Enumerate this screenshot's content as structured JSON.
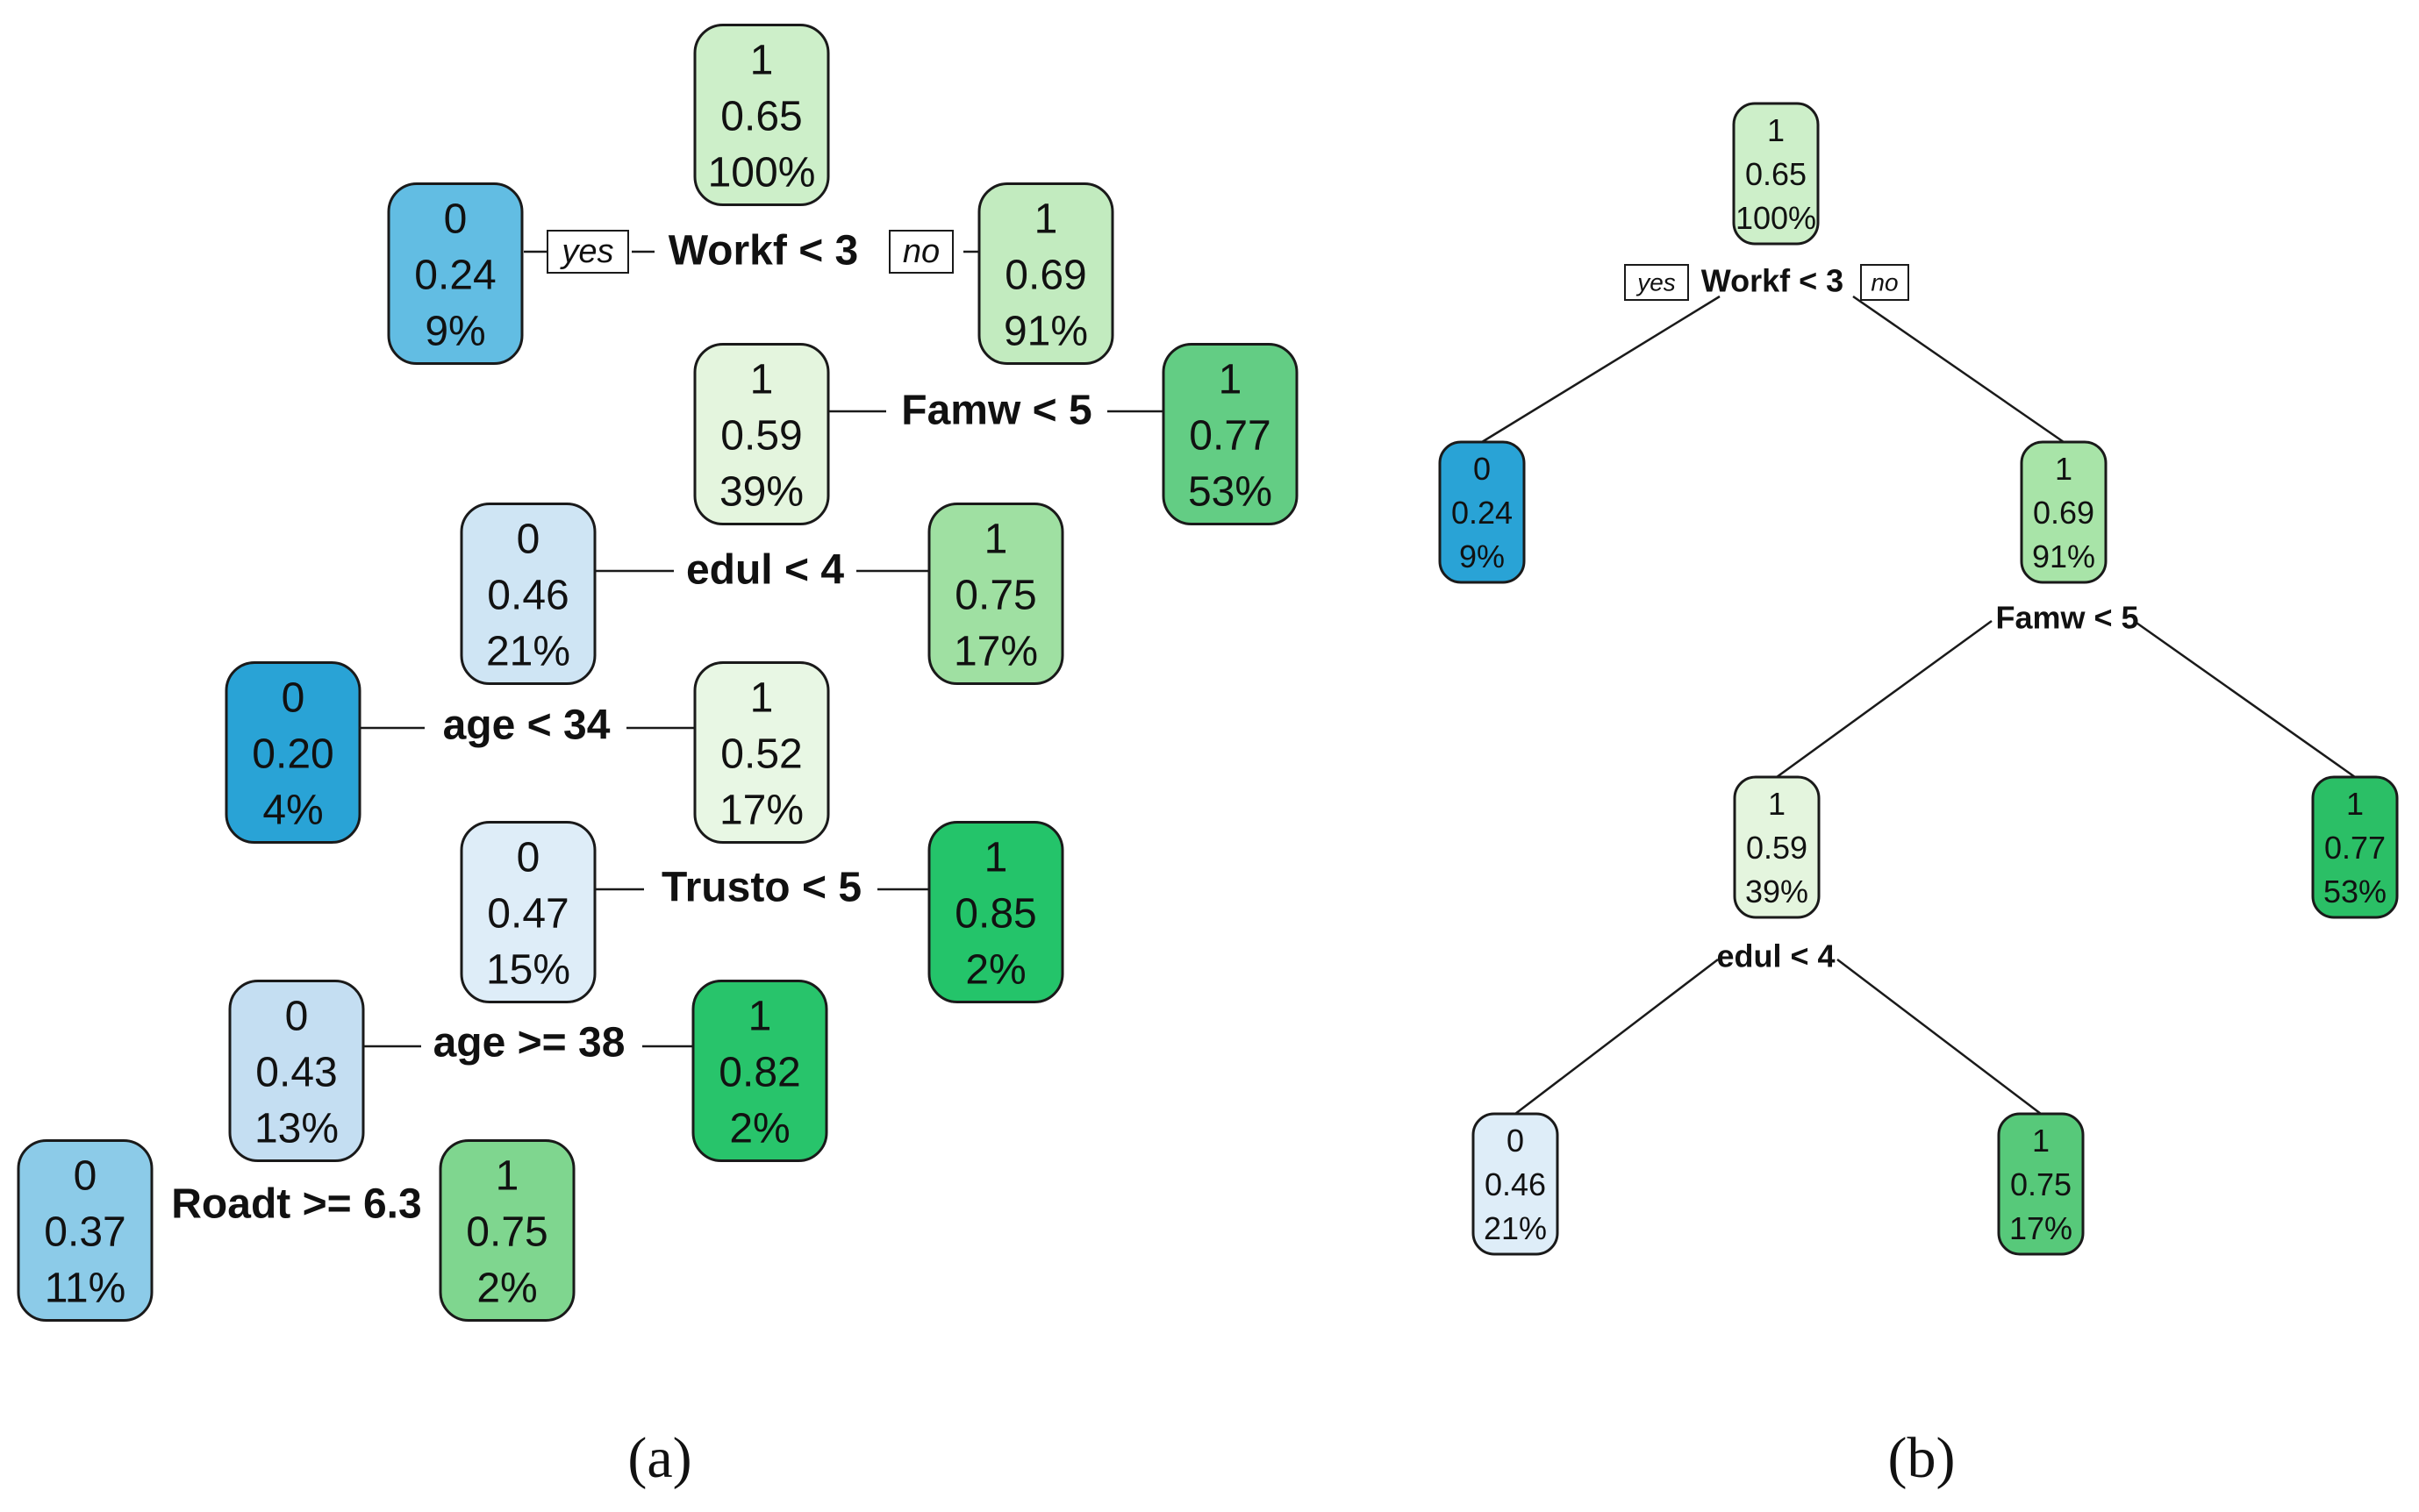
{
  "colors": {
    "class0_dark": "#29a3d6",
    "class0_mid": "#62bde3",
    "class0_light": "#8ccbe8",
    "class0_pale": "#c9e2f3",
    "class0_faint": "#deedf8",
    "class1_faint": "#e4f5de",
    "class1_pale": "#cdefc9",
    "class1_light": "#a5e3a5",
    "class1_mid": "#7ed38e",
    "class1_strong": "#57c97a",
    "class1_dark": "#2bbf66"
  },
  "labels": {
    "yes": "yes",
    "no": "no"
  },
  "panel_a": {
    "caption": "(a)",
    "nodes": [
      {
        "id": "a0",
        "cls": "1",
        "prob": "0.65",
        "pct": "100%",
        "color": "#cdefc9"
      },
      {
        "id": "a1",
        "cls": "0",
        "prob": "0.24",
        "pct": "9%",
        "color": "#62bde3"
      },
      {
        "id": "a2",
        "cls": "1",
        "prob": "0.69",
        "pct": "91%",
        "color": "#c2ebbf"
      },
      {
        "id": "a3",
        "cls": "1",
        "prob": "0.59",
        "pct": "39%",
        "color": "#e4f5de"
      },
      {
        "id": "a4",
        "cls": "1",
        "prob": "0.77",
        "pct": "53%",
        "color": "#63cd84"
      },
      {
        "id": "a5",
        "cls": "0",
        "prob": "0.46",
        "pct": "21%",
        "color": "#cfe5f4"
      },
      {
        "id": "a6",
        "cls": "1",
        "prob": "0.75",
        "pct": "17%",
        "color": "#9fe0a2"
      },
      {
        "id": "a7",
        "cls": "0",
        "prob": "0.20",
        "pct": "4%",
        "color": "#29a3d6"
      },
      {
        "id": "a8",
        "cls": "1",
        "prob": "0.52",
        "pct": "17%",
        "color": "#e8f7e4"
      },
      {
        "id": "a9",
        "cls": "0",
        "prob": "0.47",
        "pct": "15%",
        "color": "#deedf8"
      },
      {
        "id": "a10",
        "cls": "1",
        "prob": "0.85",
        "pct": "2%",
        "color": "#24c46a"
      },
      {
        "id": "a11",
        "cls": "0",
        "prob": "0.43",
        "pct": "13%",
        "color": "#c4def2"
      },
      {
        "id": "a12",
        "cls": "1",
        "prob": "0.82",
        "pct": "2%",
        "color": "#28c46b"
      },
      {
        "id": "a13",
        "cls": "0",
        "prob": "0.37",
        "pct": "11%",
        "color": "#8ccbe8"
      },
      {
        "id": "a14",
        "cls": "1",
        "prob": "0.75",
        "pct": "2%",
        "color": "#7fd68f"
      }
    ],
    "splits": [
      {
        "id": "s0",
        "label": "Workf < 3"
      },
      {
        "id": "s1",
        "label": "Famw < 5"
      },
      {
        "id": "s2",
        "label": "edul < 4"
      },
      {
        "id": "s3",
        "label": "age < 34"
      },
      {
        "id": "s4",
        "label": "Trusto < 5"
      },
      {
        "id": "s5",
        "label": "age >= 38"
      },
      {
        "id": "s6",
        "label": "Roadt >= 6.3"
      }
    ]
  },
  "panel_b": {
    "caption": "(b)",
    "nodes": [
      {
        "id": "b0",
        "cls": "1",
        "prob": "0.65",
        "pct": "100%",
        "color": "#cdefc9"
      },
      {
        "id": "b1",
        "cls": "0",
        "prob": "0.24",
        "pct": "9%",
        "color": "#29a3d6"
      },
      {
        "id": "b2",
        "cls": "1",
        "prob": "0.69",
        "pct": "91%",
        "color": "#a8e4a8"
      },
      {
        "id": "b3",
        "cls": "1",
        "prob": "0.59",
        "pct": "39%",
        "color": "#e4f5de"
      },
      {
        "id": "b4",
        "cls": "1",
        "prob": "0.77",
        "pct": "53%",
        "color": "#2bbf66"
      },
      {
        "id": "b5",
        "cls": "0",
        "prob": "0.46",
        "pct": "21%",
        "color": "#deedf8"
      },
      {
        "id": "b6",
        "cls": "1",
        "prob": "0.75",
        "pct": "17%",
        "color": "#57c97a"
      }
    ],
    "splits": [
      {
        "id": "t0",
        "label": "Workf < 3"
      },
      {
        "id": "t1",
        "label": "Famw < 5"
      },
      {
        "id": "t2",
        "label": "edul < 4"
      }
    ]
  }
}
